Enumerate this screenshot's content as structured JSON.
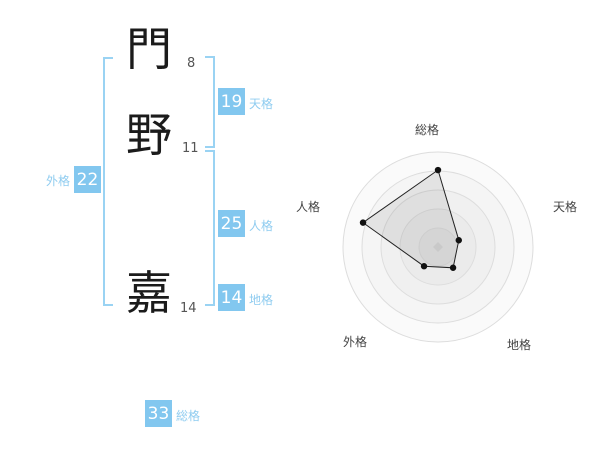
{
  "name": {
    "characters": [
      {
        "char": "門",
        "strokes": "8"
      },
      {
        "char": "野",
        "strokes": "11"
      },
      {
        "char": "嘉",
        "strokes": "14"
      }
    ]
  },
  "fortune": {
    "tenkaku": {
      "value": "19",
      "label": "天格"
    },
    "jinkaku": {
      "value": "25",
      "label": "人格"
    },
    "chikaku": {
      "value": "14",
      "label": "地格"
    },
    "gaikaku": {
      "value": "22",
      "label": "外格"
    },
    "soukaku": {
      "value": "33",
      "label": "総格"
    }
  },
  "chart_data": {
    "type": "radar",
    "title": "",
    "axes": [
      "総格",
      "天格",
      "地格",
      "外格",
      "人格"
    ],
    "axis_numbers": [
      33,
      19,
      14,
      22,
      25
    ],
    "values_pct_of_max_radius": [
      81,
      23,
      27,
      25,
      83
    ],
    "rings": 5,
    "start_angle_deg": 90,
    "direction": "clockwise",
    "legend": "none",
    "colors": {
      "ring": "#dddddd",
      "ring_fill": "rgba(0,0,0,0.018)",
      "polygon_stroke": "#222222",
      "polygon_fill": "rgba(0,0,0,0.07)",
      "point": "#111111",
      "center_marker": "#c9c9c9"
    }
  },
  "colors": {
    "accent": "#82C7EF",
    "bracket": "#9AD3F3",
    "label_blue": "#8FCCF0"
  }
}
